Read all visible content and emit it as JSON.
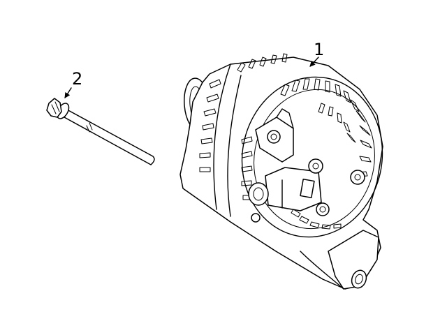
{
  "callouts": [
    {
      "label": "1",
      "part": "alternator"
    },
    {
      "label": "2",
      "part": "bolt"
    }
  ]
}
